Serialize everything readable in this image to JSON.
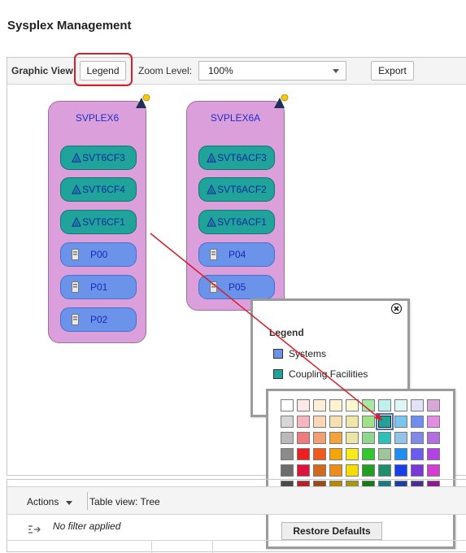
{
  "page": {
    "title": "Sysplex Management"
  },
  "graphic_view": {
    "title": "Graphic View",
    "legend_button": "Legend",
    "zoom_label": "Zoom Level:",
    "zoom_value": "100%",
    "export_button": "Export"
  },
  "sysplexes": [
    {
      "name": "SVPLEX6",
      "coupling_facilities": [
        "SVT6CF3",
        "SVT6CF4",
        "SVT6CF1"
      ],
      "systems": [
        "P00",
        "P01",
        "P02"
      ]
    },
    {
      "name": "SVPLEX6A",
      "coupling_facilities": [
        "SVT6ACF3",
        "SVT6ACF2",
        "SVT6ACF1"
      ],
      "systems": [
        "P04",
        "P05"
      ]
    }
  ],
  "legend": {
    "title": "Legend",
    "items": [
      {
        "label": "Systems",
        "color": "#6b93ea"
      },
      {
        "label": "Coupling Facilities",
        "color": "#1fa39a"
      }
    ]
  },
  "color_palette": {
    "selected": "#1fa39a",
    "restore_button": "Restore Defaults",
    "rows": [
      [
        "#ffffff",
        "#fce8e6",
        "#fdeed8",
        "#fdf2d0",
        "#fbf7d2",
        "#a6e9a2",
        "#bff0ee",
        "#dff6f8",
        "#e4e2f8",
        "#d8a7d8"
      ],
      [
        "#d6d6d6",
        "#f6b5c0",
        "#fbd6b8",
        "#f8dfb0",
        "#efe7a7",
        "#9fe28a",
        "#1fa39a",
        "#7cc4f0",
        "#6e8ff0",
        "#e48be4"
      ],
      [
        "#b9b9b9",
        "#ee7c7c",
        "#f2a073",
        "#f2a33b",
        "#ece6a6",
        "#8fd78f",
        "#2ec0b8",
        "#92c4e8",
        "#7f8ae8",
        "#b36ee0"
      ],
      [
        "#8b8b8b",
        "#ee1f1f",
        "#f15a1a",
        "#f5a50a",
        "#f7ec1a",
        "#30c92d",
        "#9fc59b",
        "#1f8ef1",
        "#6b5df0",
        "#b242e4"
      ],
      [
        "#6d6d6d",
        "#dc143c",
        "#d2691e",
        "#ef8c1a",
        "#f5dd00",
        "#21a021",
        "#1e8e6c",
        "#1840e8",
        "#7a38d8",
        "#d33dd3"
      ],
      [
        "#494949",
        "#b5202a",
        "#9a4b17",
        "#b8860b",
        "#a29a14",
        "#177a17",
        "#1a7a82",
        "#1f3fa0",
        "#4b2e92",
        "#8b1b8b"
      ],
      [
        "#000000",
        "#8a0000",
        "#8a3a1a",
        "#a0522d",
        "#5c6a1a",
        "#116011",
        "#0f5a74",
        "#0e1e8a",
        "#3b1f78",
        "#5d0f8f"
      ]
    ]
  },
  "table": {
    "actions_label": "Actions",
    "table_view_label": "Table view: Tree",
    "filter_text": "No filter applied"
  }
}
